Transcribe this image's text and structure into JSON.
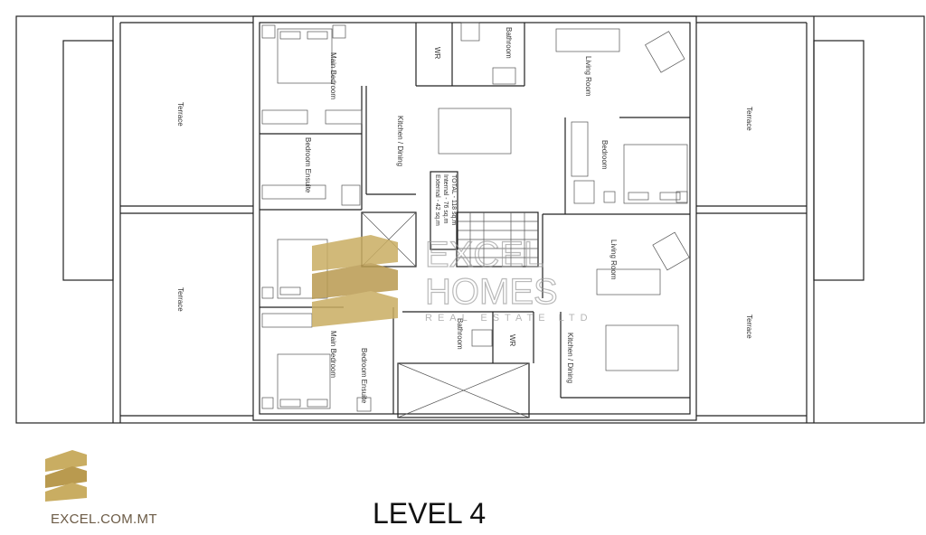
{
  "plan": {
    "rooms": {
      "terrace_nw": "Terrace",
      "terrace_sw": "Terrace",
      "terrace_ne": "Terrace",
      "terrace_se": "Terrace",
      "main_bedroom_n": "Main Bedroom",
      "ensuite_n": "Bedroom Ensuite",
      "kitchen_n": "Kitchen / Dining",
      "wr_n": "WR",
      "bathroom_n": "Bathroom",
      "living_n": "Living Room",
      "bedroom_ne": "Bedroom",
      "living_s": "Living Room",
      "bathroom_s": "Bathroom",
      "wr_s": "WR",
      "kitchen_s": "Kitchen / Dining",
      "main_bedroom_s": "Main Bedroom",
      "ensuite_s": "Bedroom Ensuite"
    },
    "area_box": [
      "TOTAL - 118 sq.m",
      "Internal - 76 sq.m",
      "External - 42 sq.m"
    ]
  },
  "watermark": {
    "line1": "EXCEL",
    "line2": "HOMES",
    "line3": "REAL ESTATE LTD"
  },
  "footer": {
    "website": "EXCEL.COM.MT",
    "level": "LEVEL 4"
  },
  "colors": {
    "gold": "#c9ad62",
    "gold_dark": "#a48a45"
  }
}
